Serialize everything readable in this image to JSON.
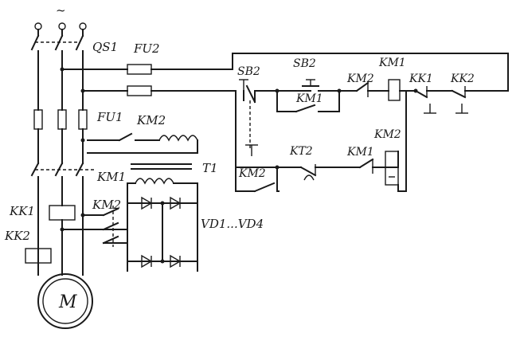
{
  "labels": {
    "tilde": "~",
    "qs1": "QS1",
    "fu2": "FU2",
    "fu1": "FU1",
    "km2_coil_top": "KM2",
    "t1": "T1",
    "km1_left": "KM1",
    "km2_left": "KM2",
    "vd": "VD1...VD4",
    "kk1_left": "KK1",
    "kk2_left": "KK2",
    "motor": "M",
    "sb2_top": "SB2",
    "sb2_mid": "SB2",
    "km1_hold": "KM1",
    "km2_nc": "KM2",
    "km1_coil": "KM1",
    "kk1_right": "KK1",
    "kk2_right": "KK2",
    "kt2": "KT2",
    "km1_nc": "KM1",
    "km2_coil": "KM2",
    "km2_low": "KM2"
  }
}
